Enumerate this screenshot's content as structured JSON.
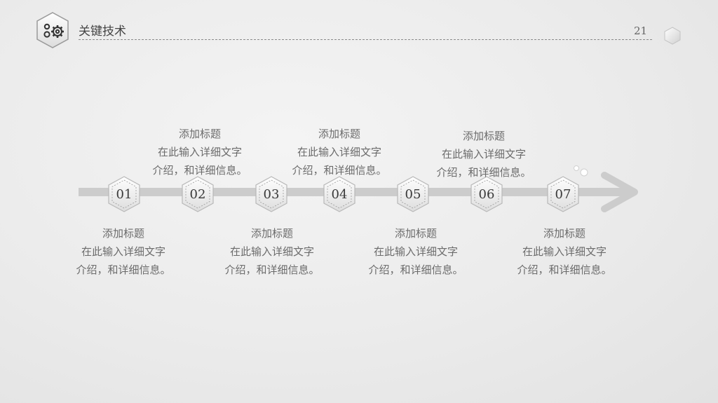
{
  "header": {
    "title": "关键技术",
    "page_number": "21",
    "logo_icon": "gears-icon"
  },
  "timeline": {
    "nodes": [
      {
        "label": "01",
        "title": "添加标题",
        "line1": "在此输入详细文字",
        "line2": "介绍，和详细信息。",
        "position": "below"
      },
      {
        "label": "02",
        "title": "添加标题",
        "line1": "在此输入详细文字",
        "line2": "介绍，和详细信息。",
        "position": "above"
      },
      {
        "label": "03",
        "title": "添加标题",
        "line1": "在此输入详细文字",
        "line2": "介绍，和详细信息。",
        "position": "below"
      },
      {
        "label": "04",
        "title": "添加标题",
        "line1": "在此输入详细文字",
        "line2": "介绍，和详细信息。",
        "position": "above"
      },
      {
        "label": "05",
        "title": "添加标题",
        "line1": "在此输入详细文字",
        "line2": "介绍，和详细信息。",
        "position": "below"
      },
      {
        "label": "06",
        "title": "添加标题",
        "line1": "在此输入详细文字",
        "line2": "介绍，和详细信息。",
        "position": "above"
      },
      {
        "label": "07",
        "title": "添加标题",
        "line1": "在此输入详细文字",
        "line2": "介绍，和详细信息。",
        "position": "below"
      }
    ]
  },
  "colors": {
    "arrow": "#c9c9c9",
    "hex_fill": "#f5f5f5",
    "hex_stroke": "#bdbdbd",
    "text": "#6b6b6b"
  }
}
